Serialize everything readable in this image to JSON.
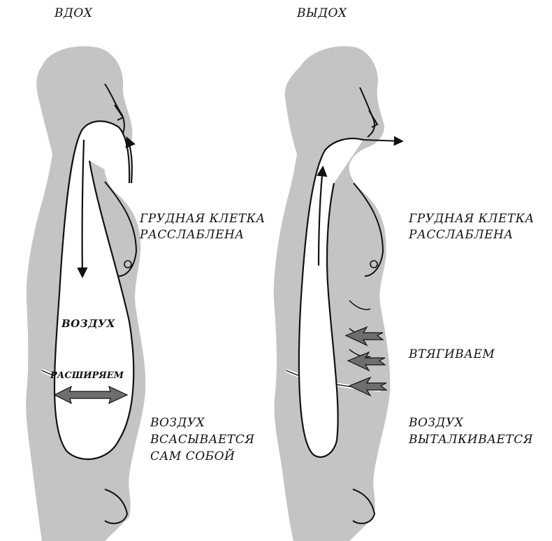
{
  "inhale": {
    "title": "ВДОХ",
    "chest_line1": "ГРУДНАЯ КЛЕТКА",
    "chest_line2": "РАССЛАБЛЕНА",
    "belly_air": "ВОЗДУХ",
    "expand": "РАСШИРЯЕМ",
    "air_line1": "ВОЗДУХ",
    "air_line2": "ВСАСЫВАЕТСЯ",
    "air_line3": "САМ СОБОЙ"
  },
  "exhale": {
    "title": "ВЫДОХ",
    "chest_line1": "ГРУДНАЯ КЛЕТКА",
    "chest_line2": "РАССЛАБЛЕНА",
    "pull_in": "ВТЯГИВАЕМ",
    "air_line1": "ВОЗДУХ",
    "air_line2": "ВЫТАЛКИВАЕТСЯ"
  },
  "colors": {
    "body_fill": "#c4c4c4",
    "outline": "#111111",
    "arrow_fill": "#6e6e6e"
  }
}
